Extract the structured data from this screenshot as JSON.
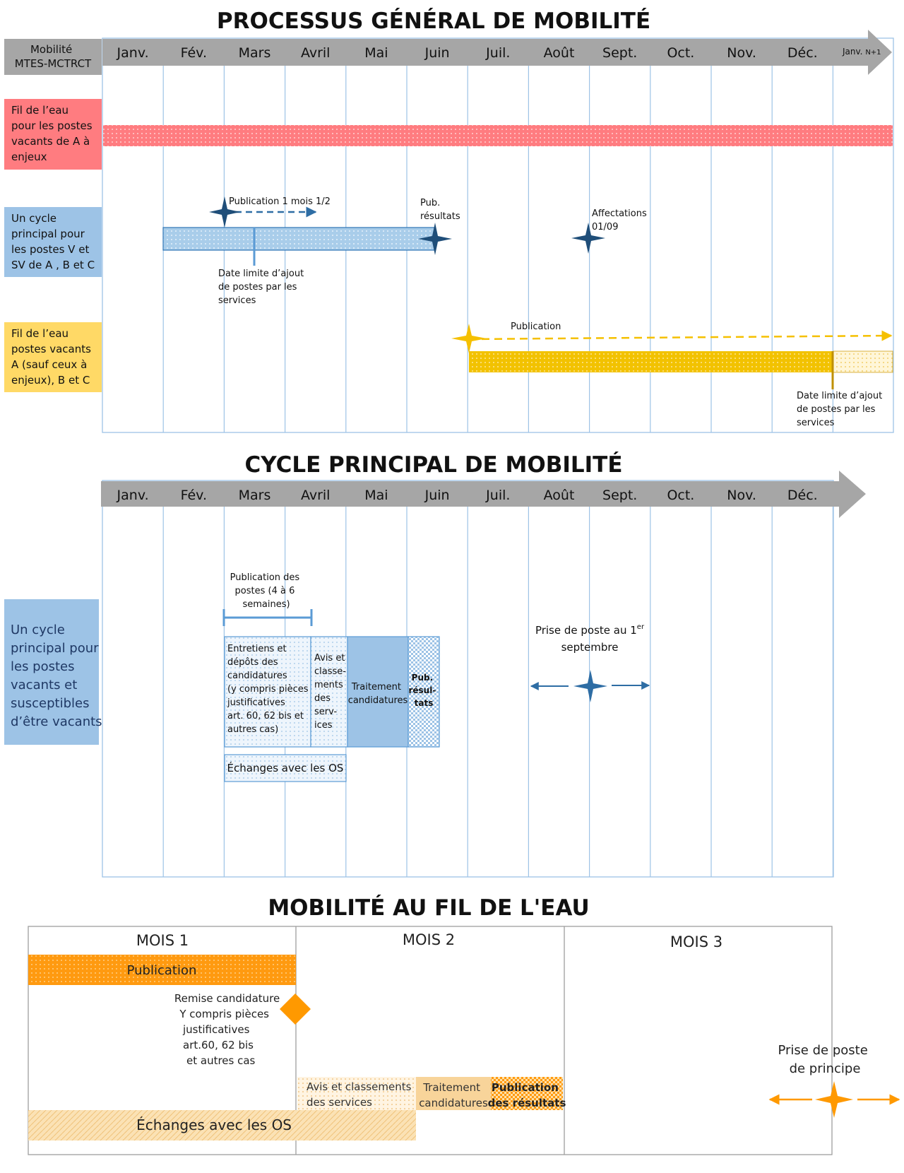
{
  "colors": {
    "grey_header": "#a6a6a6",
    "grid_line": "#9dc3e6",
    "red_row": "#ff7c80",
    "blue_row": "#9dc3e6",
    "yellow_row": "#ffd966",
    "dark_blue": "#2e5c8a",
    "gold": "#f5c000",
    "orange": "#ff9900",
    "light_orange": "#f8d49a"
  },
  "months": [
    "Janv.",
    "Fév.",
    "Mars",
    "Avril",
    "Mai",
    "Juin",
    "Juil.",
    "Août",
    "Sept.",
    "Oct.",
    "Nov.",
    "Déc."
  ],
  "section1": {
    "title": "PROCESSUS GÉNÉRAL DE MOBILITÉ",
    "header_label": [
      "Mobilité",
      "MTES-MCTRCT"
    ],
    "next_year_label": "Janv.",
    "next_year_sup": "N+1",
    "rows": {
      "red": [
        "Fil de l’eau",
        "pour les postes",
        "vacants de A à",
        "enjeux"
      ],
      "blue": [
        "Un cycle",
        "principal pour",
        "les postes V et",
        "SV de A , B et C"
      ],
      "yellow": [
        "Fil de l’eau",
        "postes vacants",
        "A (sauf ceux à",
        "enjeux), B et C"
      ]
    },
    "annotations": {
      "publication": "Publication 1 mois 1/2",
      "pub_results": [
        "Pub.",
        "résultats"
      ],
      "affectations": [
        "Affectations",
        "01/09"
      ],
      "deadline_blue": [
        "Date limite d’ajout",
        "de postes par les",
        "services"
      ],
      "publication_yellow": "Publication",
      "deadline_yellow": [
        "Date limite d’ajout",
        "de postes par les",
        "services"
      ]
    }
  },
  "section2": {
    "title": "CYCLE PRINCIPAL DE MOBILITÉ",
    "row_label": [
      "Un cycle",
      "principal pour",
      "les postes",
      "vacants et",
      "susceptibles",
      "d’être vacants"
    ],
    "publication_label": [
      "Publication des",
      "postes (4 à 6",
      "semaines)"
    ],
    "box_entretiens": [
      "Entretiens et",
      "dépôts des",
      "candidatures",
      "(y compris pièces",
      "justificatives",
      "art. 60, 62 bis et",
      "autres cas)"
    ],
    "box_avis": [
      "Avis et",
      "classe-",
      "ments",
      "des",
      "serv-",
      "ices"
    ],
    "box_traitement": [
      "Traitement",
      "candidatures"
    ],
    "box_pub": [
      "Pub.",
      "résul-",
      "tats"
    ],
    "echanges": "Échanges avec les OS",
    "prise_de_poste": "Prise de poste au 1",
    "prise_de_poste_sup": "er",
    "prise_de_poste_line2": "septembre"
  },
  "section3": {
    "title": "MOBILITÉ AU FIL DE L'EAU",
    "months": [
      "MOIS 1",
      "MOIS 2",
      "MOIS 3"
    ],
    "publication": "Publication",
    "remise": [
      "Remise candidature",
      "Y compris pièces",
      "justificatives",
      "art.60, 62 bis",
      "et autres cas"
    ],
    "avis": [
      "Avis et classements",
      "des services"
    ],
    "traitement": [
      "Traitement",
      "candidatures"
    ],
    "pub_results": [
      "Publication",
      "des résultats"
    ],
    "echanges": "Échanges avec les OS",
    "prise": [
      "Prise de poste",
      "de principe"
    ]
  }
}
